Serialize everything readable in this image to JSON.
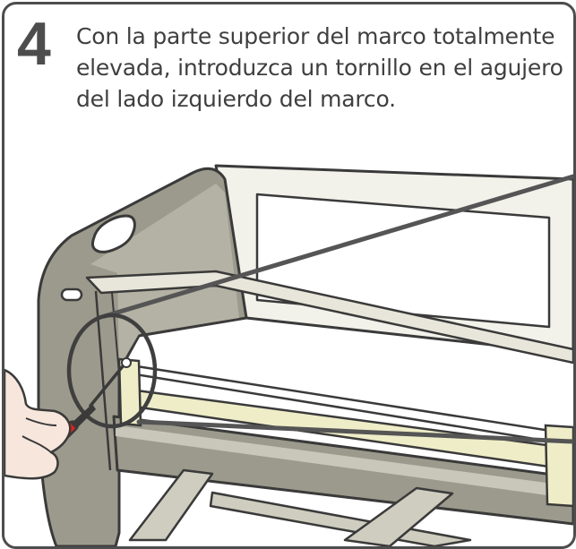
{
  "step": {
    "number": "4",
    "instruction": "Con la parte superior del marco totalmente elevada, introduzca un tornillo en el agujero del lado izquierdo del marco."
  },
  "colors": {
    "border": "#4d4d4d",
    "text": "#3f3f3f",
    "frame_fill": "#9c9a8c",
    "frame_light": "#e8e6da",
    "rail_cream": "#efedc8",
    "outline": "#3a3a3a",
    "screwdriver_handle": "#e02020",
    "skin": "#f7e6dc"
  },
  "icons": [
    "screwdriver-icon",
    "hand-icon",
    "detail-callout-circle"
  ]
}
